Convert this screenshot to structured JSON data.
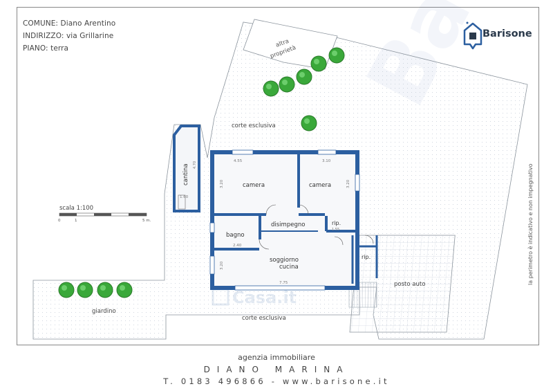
{
  "header": {
    "comune": "COMUNE: Diano Arentino",
    "indirizzo": "INDIRIZZO: via Grillarine",
    "piano": "PIANO: terra"
  },
  "brand": {
    "name": "Barisone",
    "color": "#2c5fa0",
    "watermark": "Barisone",
    "watermark2": "Casa.it"
  },
  "plan_labels": {
    "altra_proprieta_1": "altra",
    "altra_proprieta_2": "proprietà",
    "corte_esclusiva_top": "corte esclusiva",
    "corte_esclusiva_bottom": "corte esclusiva",
    "cantina": "cantina",
    "cantina_dim": "1.60",
    "cantina_dim_v": "4.70",
    "camera1": "camera",
    "camera1_w": "4.55",
    "camera1_h": "3.20",
    "camera2": "camera",
    "camera2_w": "3.10",
    "camera2_h": "3.20",
    "disimpegno": "disimpegno",
    "rip1": "rip.",
    "rip1_dim": "1.55",
    "bagno": "bagno",
    "bagno_dim": "2.40",
    "rip2": "rip.",
    "soggiorno": "soggiorno",
    "cucina": "cucina",
    "soggiorno_w": "7.75",
    "soggiorno_h": "3.20",
    "posto_auto": "posto auto",
    "giardino": "giardino",
    "scala": "scala 1:100",
    "scale_0": "0",
    "scale_1": "1",
    "scale_5": "5 m.",
    "side_note": "la perimetro è indicativo e non impegnativo"
  },
  "footer": {
    "agency": "agenzia immobiliare",
    "city": "DIANO MARINA",
    "phone": "T. 0183 496866  -  www.barisone.it"
  },
  "colors": {
    "wall": "#2c5fa0",
    "tree": "#3aa83a",
    "hatch": "#cfd8e6"
  }
}
